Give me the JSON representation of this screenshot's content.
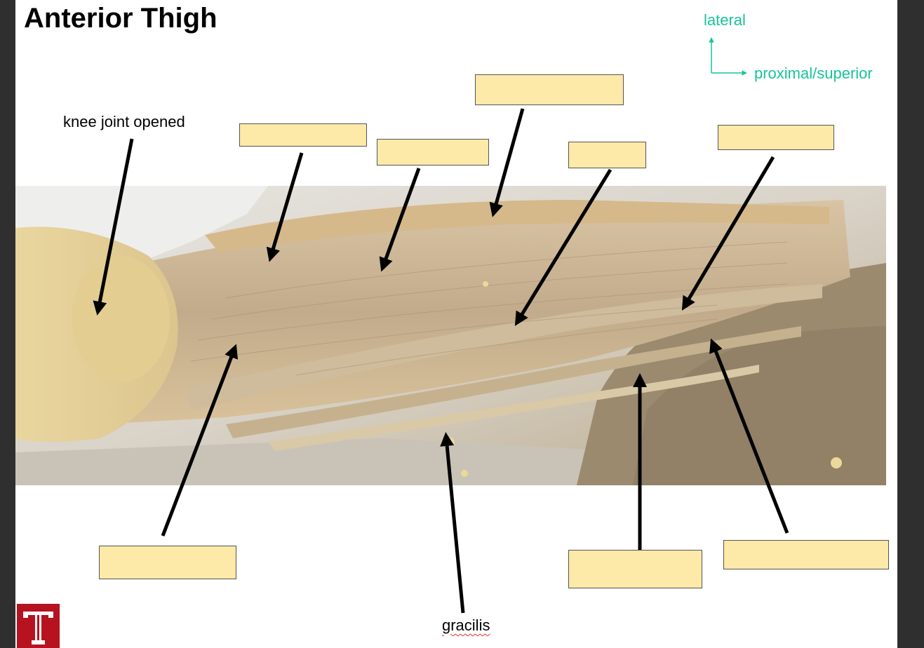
{
  "slide": {
    "title": "Anterior Thigh"
  },
  "orientation": {
    "up_label": "lateral",
    "right_label": "proximal/superior",
    "color": "#19c39a"
  },
  "labels": {
    "knee": "knee joint opened",
    "gracilis": "gracilis"
  },
  "answer_box_color": "#fde9a8",
  "logo": {
    "name": "temple-t-logo",
    "color": "#b6121f"
  }
}
